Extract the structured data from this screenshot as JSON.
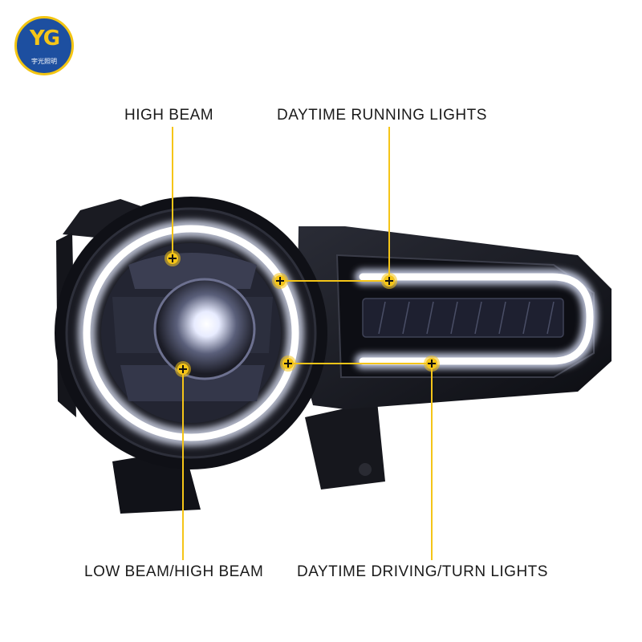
{
  "brand": {
    "logo_mark": "YG",
    "logo_text": "宇光照明"
  },
  "labels": {
    "high_beam": "HIGH BEAM",
    "daytime_running_lights": "DAYTIME RUNNING LIGHTS",
    "low_high_beam": "LOW BEAM/HIGH BEAM",
    "daytime_driving_turn_lights": "DAYTIME DRIVING/TURN LIGHTS"
  },
  "colors": {
    "callout": "#f5c518",
    "brand_blue": "#1d4fa0",
    "housing": "#15161c",
    "glow": "#ffffff"
  },
  "icons": {
    "callout_marker": "plus-circle-icon"
  }
}
